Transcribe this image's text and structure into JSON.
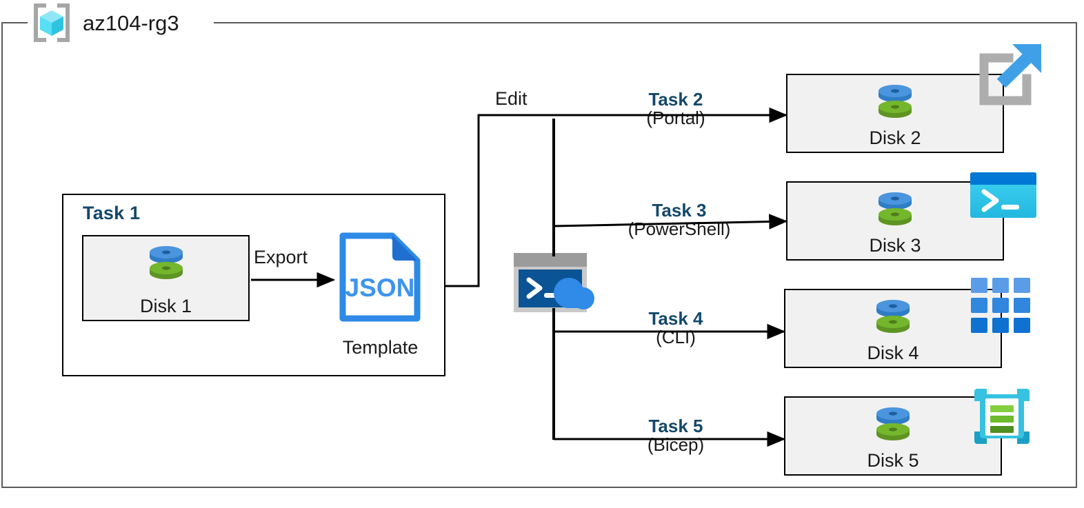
{
  "diagram": {
    "resource_group": {
      "name": "az104-rg3",
      "icon": "resource-group-icon"
    },
    "task1": {
      "label": "Task 1",
      "resource": {
        "name": "Disk 1",
        "icon": "managed-disk-icon"
      },
      "export_label": "Export",
      "template": {
        "file_type": "JSON",
        "caption": "Template",
        "icon": "json-file-icon"
      }
    },
    "edit_label": "Edit",
    "cloud_shell": {
      "icon": "cloud-shell-icon"
    },
    "branches": [
      {
        "task": "Task 2",
        "method": "(Portal)",
        "resource": {
          "name": "Disk 2",
          "icon": "managed-disk-icon"
        },
        "tool_icon": "azure-portal-icon"
      },
      {
        "task": "Task 3",
        "method": "(PowerShell)",
        "resource": {
          "name": "Disk 3",
          "icon": "managed-disk-icon"
        },
        "tool_icon": "powershell-icon"
      },
      {
        "task": "Task 4",
        "method": "(CLI)",
        "resource": {
          "name": "Disk 4",
          "icon": "managed-disk-icon"
        },
        "tool_icon": "azure-cli-icon"
      },
      {
        "task": "Task 5",
        "method": "(Bicep)",
        "resource": {
          "name": "Disk 5",
          "icon": "managed-disk-icon"
        },
        "tool_icon": "bicep-icon"
      }
    ],
    "colors": {
      "task_text": "#14486b",
      "body_text": "#1a1a1a",
      "card_fill": "#f1f1f1",
      "card_stroke": "#000000",
      "frame_stroke": "#595959",
      "disk_blue": "#3f8fd8",
      "disk_green": "#70ad27",
      "json_blue": "#2e8ae6",
      "portal_gray": "#adadad",
      "portal_arrow": "#3fa0e8",
      "powershell_dark": "#0078d4",
      "powershell_light": "#35c7ee",
      "cli_blue": "#2a8ae0",
      "bicep_cyan": "#36c2e0",
      "bicep_green": "#73bf2f",
      "cloudshell_gray": "#9b9b9b",
      "cloudshell_terminal": "#0a5394",
      "cloudshell_cloud": "#2f8ae8"
    }
  }
}
